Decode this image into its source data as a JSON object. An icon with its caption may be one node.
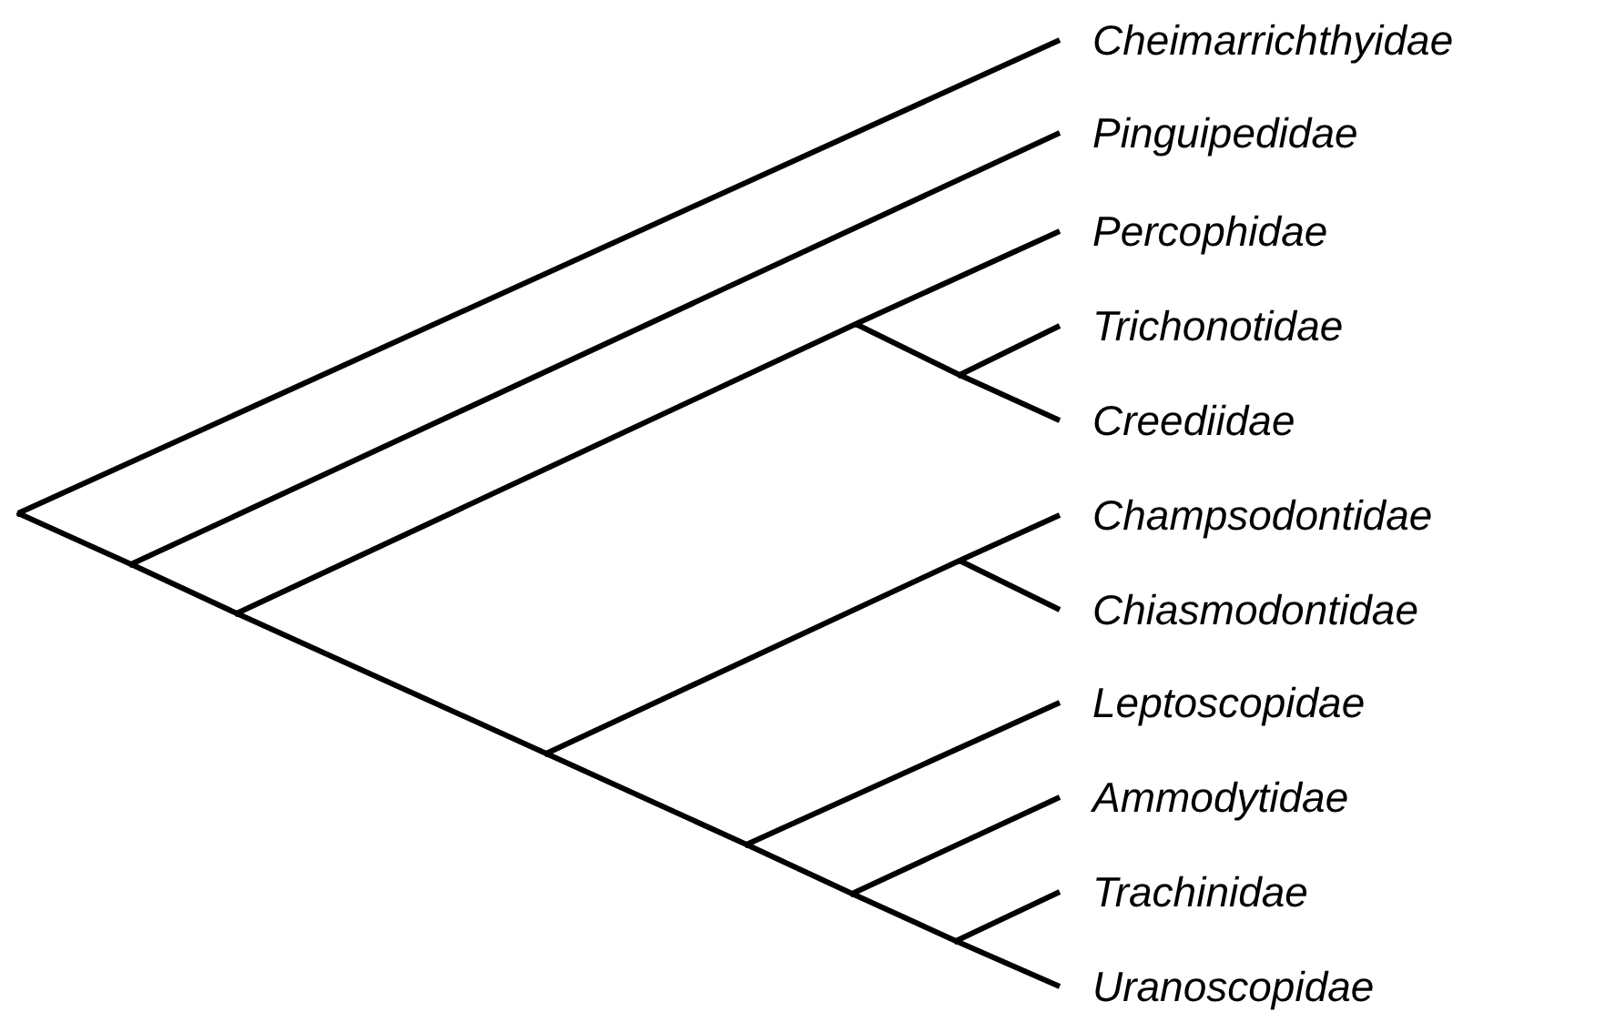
{
  "diagram": {
    "nodes": [
      {
        "text": [
          "Cheimarrichthyidae"
        ]
      },
      {
        "text": [
          "Pinguipedidae"
        ]
      },
      {
        "text": [
          "Percophidae"
        ]
      },
      {
        "text": [
          "Trichonotidae"
        ]
      },
      {
        "text": [
          "Creediidae"
        ]
      },
      {
        "text": [
          "Champsodontidae"
        ]
      },
      {
        "text": [
          "Chiasmodontidae"
        ]
      },
      {
        "text": [
          "Leptoscopidae"
        ]
      },
      {
        "text": [
          "Ammodytidae"
        ]
      },
      {
        "text": [
          "Trachinidae"
        ]
      },
      {
        "text": [
          "Uranoscopidae"
        ]
      },
      {
        "text": [],
        "shape": "point"
      },
      {
        "text": [],
        "shape": "point"
      },
      {
        "text": [],
        "shape": "point"
      },
      {
        "text": [],
        "shape": "point"
      },
      {
        "text": [],
        "shape": "point"
      },
      {
        "text": [],
        "shape": "point"
      },
      {
        "text": [],
        "shape": "point"
      },
      {
        "text": [],
        "shape": "point"
      },
      {
        "text": [],
        "shape": "point"
      },
      {
        "text": [],
        "shape": "point"
      }
    ],
    "edges": [
      {
        "from": 11,
        "to": 0,
        "arrow": "none"
      },
      {
        "from": 11,
        "to": 12,
        "arrow": "none"
      },
      {
        "from": 12,
        "to": 1,
        "arrow": "none"
      },
      {
        "from": 12,
        "to": 13,
        "arrow": "none"
      },
      {
        "from": 13,
        "to": 18,
        "arrow": "none"
      },
      {
        "from": 18,
        "to": 2,
        "arrow": "none"
      },
      {
        "from": 18,
        "to": 19,
        "arrow": "none"
      },
      {
        "from": 19,
        "to": 3,
        "arrow": "none"
      },
      {
        "from": 19,
        "to": 4,
        "arrow": "none"
      },
      {
        "from": 13,
        "to": 14,
        "arrow": "none"
      },
      {
        "from": 14,
        "to": 20,
        "arrow": "none"
      },
      {
        "from": 20,
        "to": 5,
        "arrow": "none"
      },
      {
        "from": 20,
        "to": 6,
        "arrow": "none"
      },
      {
        "from": 14,
        "to": 15,
        "arrow": "none"
      },
      {
        "from": 15,
        "to": 7,
        "arrow": "none"
      },
      {
        "from": 15,
        "to": 16,
        "arrow": "none"
      },
      {
        "from": 16,
        "to": 8,
        "arrow": "none"
      },
      {
        "from": 16,
        "to": 17,
        "arrow": "none"
      },
      {
        "from": 17,
        "to": 9,
        "arrow": "none"
      },
      {
        "from": 17,
        "to": 10,
        "arrow": "none"
      }
    ]
  }
}
